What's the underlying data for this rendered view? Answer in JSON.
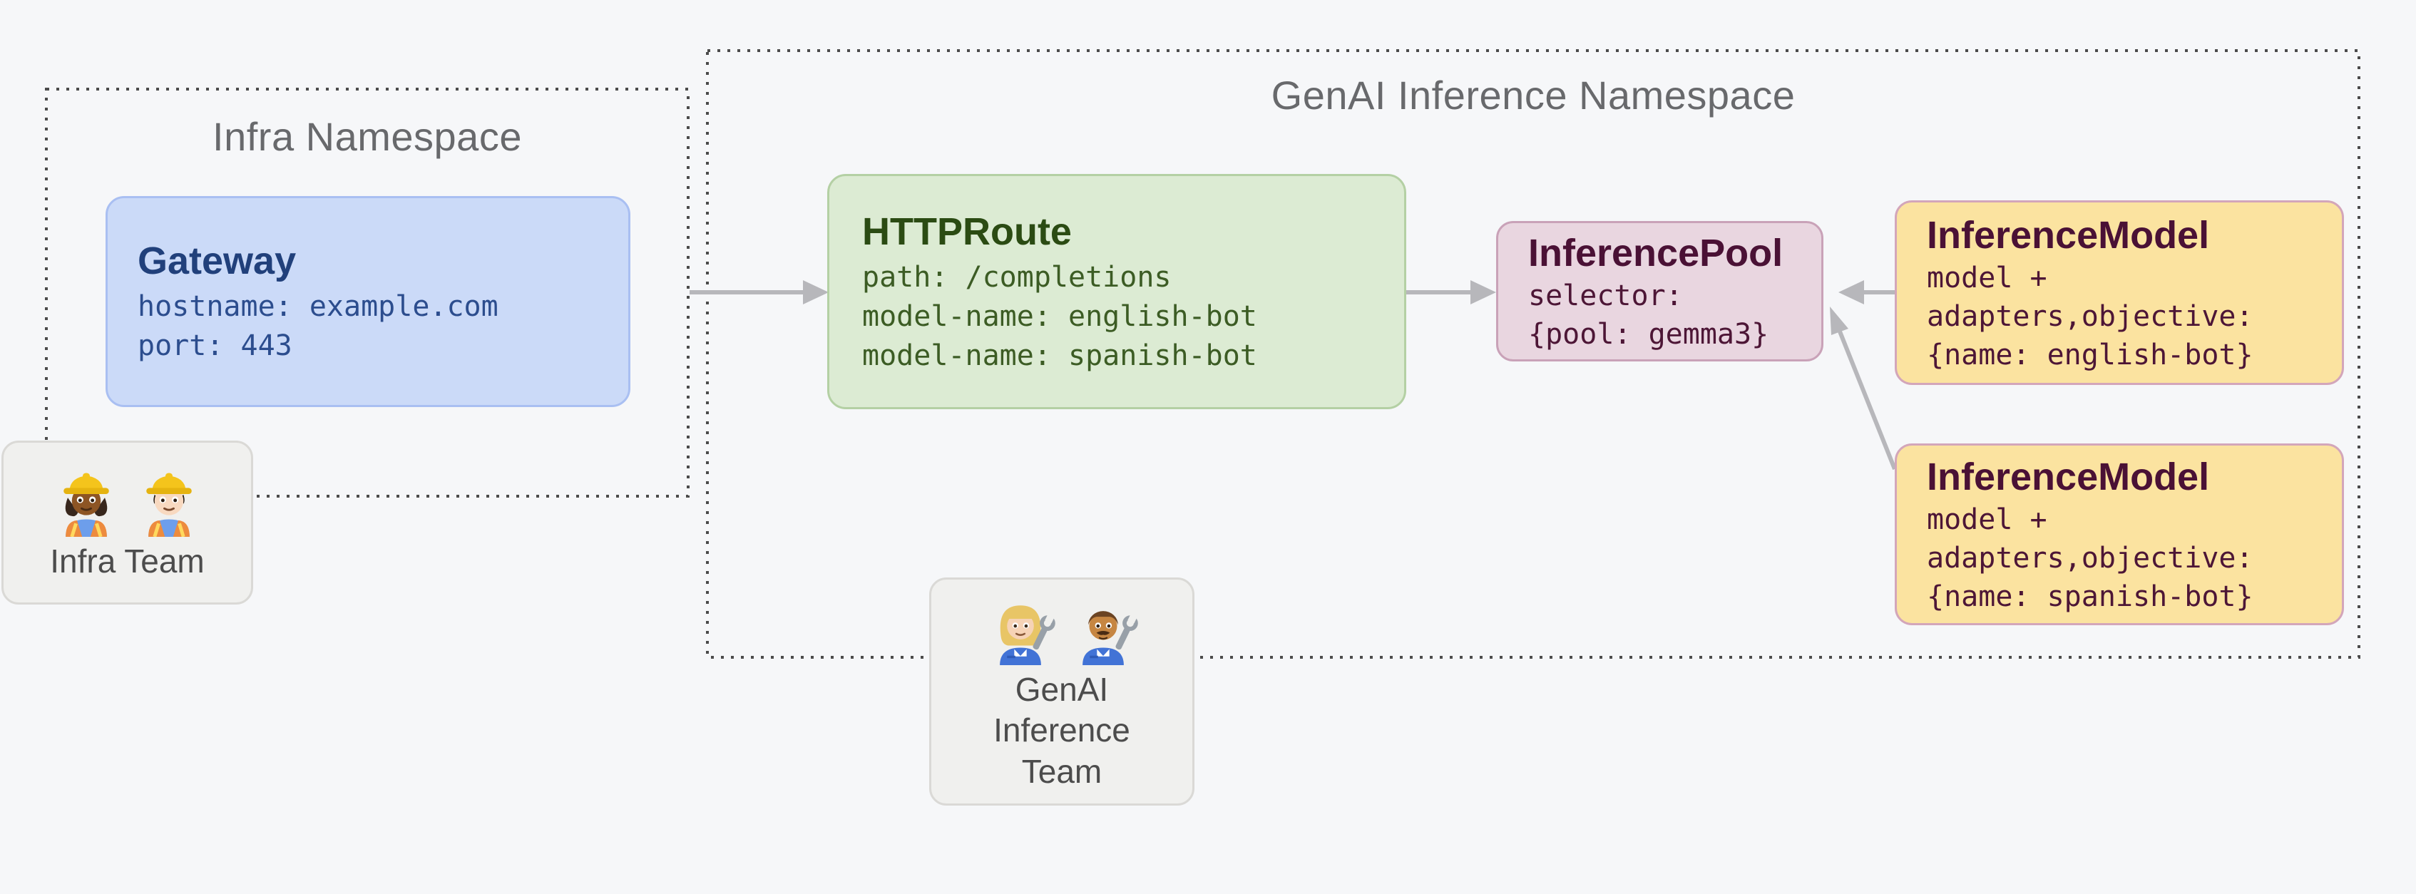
{
  "canvas": {
    "background": "#f6f7f9"
  },
  "namespaces": {
    "infra": {
      "title": "Infra Namespace"
    },
    "genai": {
      "title": "GenAI Inference Namespace"
    }
  },
  "nodes": {
    "gateway": {
      "title": "Gateway",
      "lines": [
        "hostname: example.com",
        "port: 443"
      ]
    },
    "httproute": {
      "title": "HTTPRoute",
      "lines": [
        "path: /completions",
        "model-name: english-bot",
        "model-name: spanish-bot"
      ]
    },
    "inference_pool": {
      "title": "InferencePool",
      "lines": [
        "selector:",
        "{pool: gemma3}"
      ]
    },
    "inference_model_english": {
      "title": "InferenceModel",
      "lines": [
        "model +",
        "adapters,objective:",
        "{name: english-bot}"
      ]
    },
    "inference_model_spanish": {
      "title": "InferenceModel",
      "lines": [
        "model +",
        "adapters,objective:",
        "{name: spanish-bot}"
      ]
    }
  },
  "teams": {
    "infra": {
      "label": "Infra Team",
      "emojis": [
        "woman-construction-worker",
        "man-construction-worker"
      ]
    },
    "genai": {
      "label": "GenAI Inference Team",
      "emojis": [
        "woman-mechanic",
        "man-mechanic"
      ]
    }
  },
  "connections": [
    "gateway-to-httproute",
    "httproute-to-inferencepool",
    "inferencemodel-english-to-inferencepool",
    "inferencemodel-spanish-to-inferencepool"
  ],
  "colors": {
    "background": "#f6f7f9",
    "namespace_border": "#4b4b4b",
    "namespace_title": "#68696c",
    "gateway_fill": "#cbdaf8",
    "gateway_border": "#a9bff2",
    "gateway_text": "#21407b",
    "httproute_fill": "#dcebd3",
    "httproute_border": "#b4d0a4",
    "httproute_text": "#2b4b13",
    "pool_fill": "#e9d6e0",
    "pool_border": "#c9a2b8",
    "pool_text": "#4a1135",
    "model_fill": "#fbe3a0",
    "model_border": "#d3a6ba",
    "model_text": "#4a1135",
    "team_fill": "#f0f0ee",
    "team_border": "#dad9d6",
    "team_text": "#4c4c4c",
    "arrow": "#b7b7bb"
  }
}
